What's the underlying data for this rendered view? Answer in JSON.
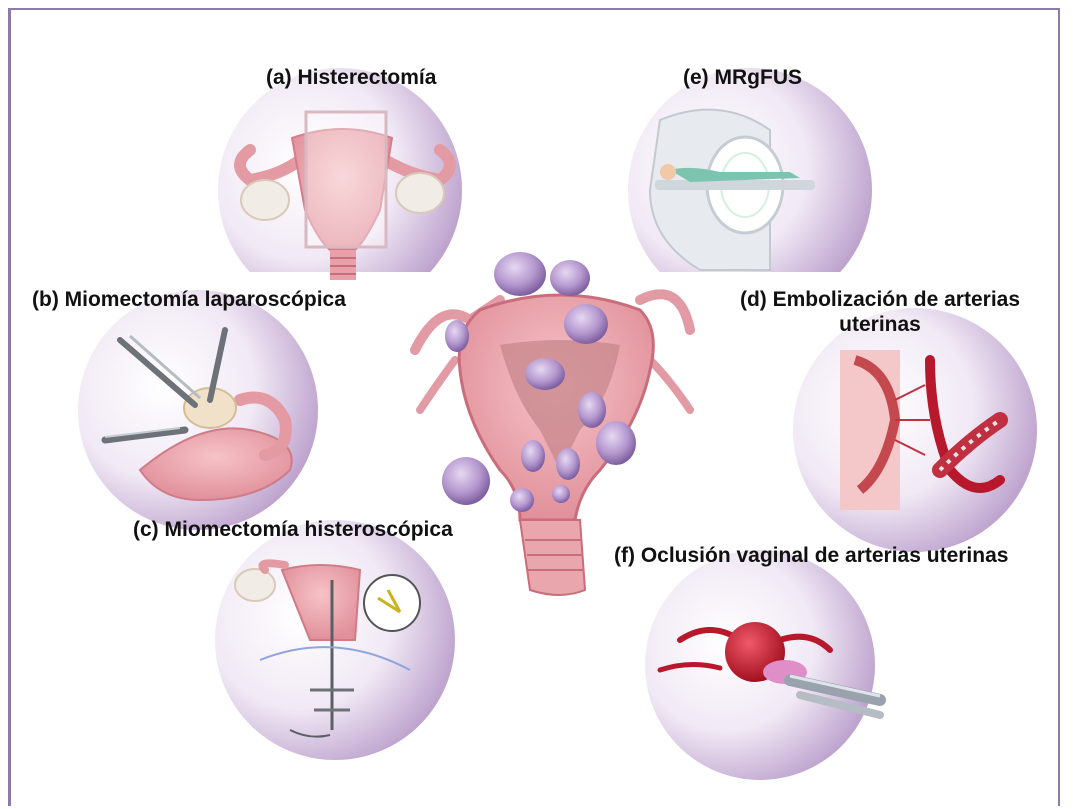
{
  "labels": {
    "a": "(a) Histerectomía",
    "e": "(e) MRgFUS",
    "b": "(b) Miomectomía laparoscópica",
    "d_line1": "(d) Embolización de arterias",
    "d_line2": "uterinas",
    "c": "(c) Miomectomía histeroscópica",
    "f": "(f) Oclusión vaginal de arterias uterinas"
  },
  "colors": {
    "frame": "#8f7aa6",
    "circle_light": "#f4eef7",
    "circle_dark": "#b79cc8",
    "uterus": "#eba7ae",
    "uterus_dark": "#c96d7a",
    "fibroid": "#b99bd0",
    "fibroid_dark": "#8a6aa9",
    "artery": "#b8182b"
  }
}
